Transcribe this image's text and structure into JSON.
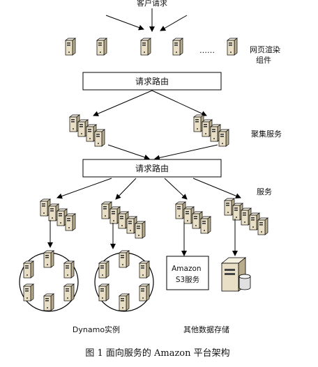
{
  "labels": {
    "client_requests": "客户请求",
    "page_render": "网页渲染组件",
    "dots": "……",
    "request_routing_top": "请求路由",
    "aggregation_services": "聚集服务",
    "request_routing_mid": "请求路由",
    "services": "服务",
    "amazon_s3": "Amazon\nS3服务",
    "dynamo_instances": "Dynamo实例",
    "other_storage": "其他数据存储"
  },
  "caption": "图 1  面向服务的 Amazon 平台架构",
  "colors": {
    "server_body": "#e9dfc6",
    "server_side": "#b9ac8c",
    "server_top": "#f7f1e2",
    "line": "#000000"
  }
}
